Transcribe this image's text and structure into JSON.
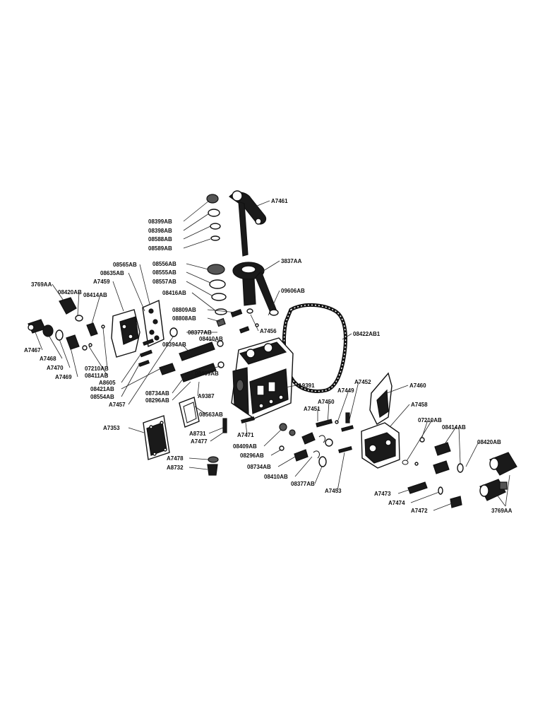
{
  "diagram": {
    "labels": {
      "A7461": "A7461",
      "08399AB": "08399AB",
      "08398AB": "08398AB",
      "08588AB": "08588AB",
      "08589AB": "08589AB",
      "3837AA": "3837AA",
      "08556AB": "08556AB",
      "08555AB": "08555AB",
      "08557AB": "08557AB",
      "08416AB": "08416AB",
      "09606AB": "09606AB",
      "08565AB": "08565AB",
      "08635AB": "08635AB",
      "A7459": "A7459",
      "08414AB_left": "08414AB",
      "08420AB_left": "08420AB",
      "3769AA_left": "3769AA",
      "08809AB": "08809AB",
      "08808AB": "08808AB",
      "08377AB_upper": "08377AB",
      "08394AB": "08394AB",
      "08410AB_upper": "08410AB",
      "A7456": "A7456",
      "08422AB1": "08422AB1",
      "A7467": "A7467",
      "A7468": "A7468",
      "A7470": "A7470",
      "A7469": "A7469",
      "07210AB_left": "07210AB",
      "08411AB": "08411AB",
      "A8605": "A8605",
      "08421AB": "08421AB",
      "08554AB": "08554AB",
      "A7457": "A7457",
      "08409AB_upper": "08409AB",
      "08734AB_upper": "08734AB",
      "08296AB_upper": "08296AB",
      "A9387": "A9387",
      "A9391": "A9391",
      "A7452": "A7452",
      "A7449": "A7449",
      "A7450": "A7450",
      "A7451": "A7451",
      "A7460": "A7460",
      "A7458": "A7458",
      "07210AB_right": "07210AB",
      "08414AB_right": "08414AB",
      "08420AB_right": "08420AB",
      "08563AB": "08563AB",
      "A7353": "A7353",
      "A8731": "A8731",
      "A7477": "A7477",
      "A7471": "A7471",
      "08409AB_lower": "08409AB",
      "08296AB_lower": "08296AB",
      "08734AB_lower": "08734AB",
      "08410AB_lower": "08410AB",
      "08377AB_lower": "08377AB",
      "A7453": "A7453",
      "A7478": "A7478",
      "A8732": "A8732",
      "A7473": "A7473",
      "A7474": "A7474",
      "A7472": "A7472",
      "3769AA_right": "3769AA"
    }
  }
}
